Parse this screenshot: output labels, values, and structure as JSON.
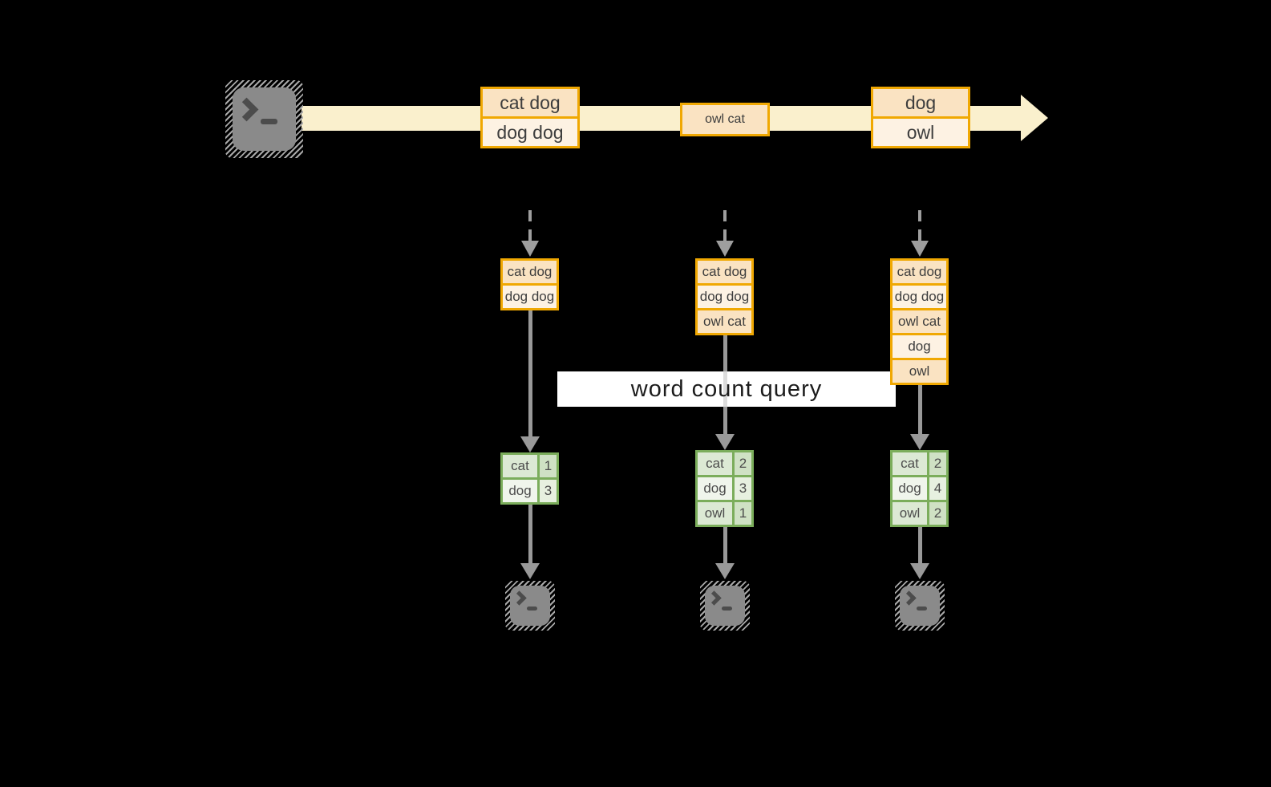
{
  "query": {
    "label": "word count query"
  },
  "stream": {
    "source_icon": "terminal-icon",
    "batches": [
      {
        "rows": [
          "cat dog",
          "dog dog"
        ]
      },
      {
        "rows": [
          "owl cat"
        ]
      },
      {
        "rows": [
          "dog",
          "owl"
        ]
      }
    ]
  },
  "pipelines": [
    {
      "state_rows": [
        "cat dog",
        "dog dog"
      ],
      "counts": [
        {
          "word": "cat",
          "count": "1"
        },
        {
          "word": "dog",
          "count": "3"
        }
      ],
      "sink_icon": "terminal-icon"
    },
    {
      "state_rows": [
        "cat dog",
        "dog dog",
        "owl cat"
      ],
      "counts": [
        {
          "word": "cat",
          "count": "2"
        },
        {
          "word": "dog",
          "count": "3"
        },
        {
          "word": "owl",
          "count": "1"
        }
      ],
      "sink_icon": "terminal-icon"
    },
    {
      "state_rows": [
        "cat dog",
        "dog dog",
        "owl cat",
        "dog",
        "owl"
      ],
      "counts": [
        {
          "word": "cat",
          "count": "2"
        },
        {
          "word": "dog",
          "count": "4"
        },
        {
          "word": "owl",
          "count": "2"
        }
      ],
      "sink_icon": "terminal-icon"
    }
  ],
  "colors": {
    "background": "#000000",
    "stream_arrow": "#FAF0CD",
    "amber_border": "#F0A802",
    "amber_fill_dark": "#FAE3C2",
    "amber_fill_light": "#FDF2E3",
    "green_border": "#7BAD5B",
    "green_fill_dark": "#DCE9D4",
    "green_fill_light": "#F0F5EC",
    "arrow_gray": "#999999",
    "terminal_gray": "#8A8A8A",
    "query_box": "#FFFFFF"
  }
}
